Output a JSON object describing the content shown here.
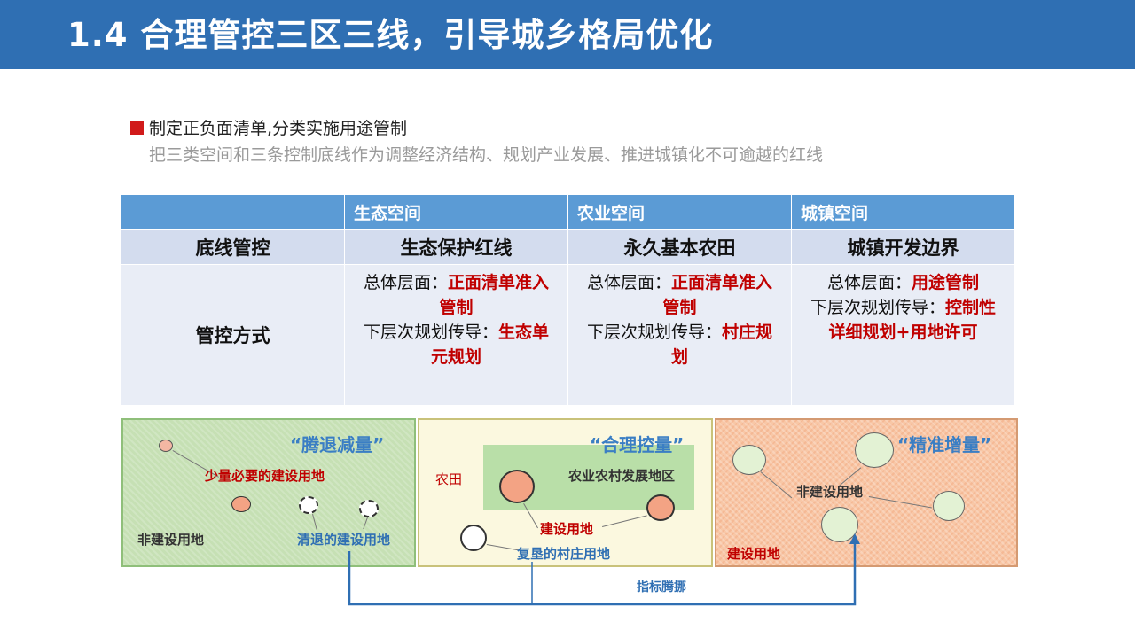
{
  "slide": {
    "title": "1.4 合理管控三区三线，引导城乡格局优化",
    "bullet": "制定正负面清单,分类实施用途管制",
    "subtext": "把三类空间和三条控制底线作为调整经济结构、规划产业发展、推进城镇化不可逾越的红线"
  },
  "table": {
    "headers": [
      "",
      "生态空间",
      "农业空间",
      "城镇空间"
    ],
    "row_baseline": {
      "label": "底线管控",
      "cells": [
        "生态保护红线",
        "永久基本农田",
        "城镇开发边界"
      ]
    },
    "row_control": {
      "label": "管控方式",
      "cells": [
        {
          "l1a": "总体层面：",
          "l1b": "正面清单准入管制",
          "l2a": "下层次规划传导：",
          "l2b": "生态单元规划"
        },
        {
          "l1a": "总体层面：",
          "l1b": "正面清单准入管制",
          "l2a": "下层次规划传导：",
          "l2b": "村庄规划"
        },
        {
          "l1a": "总体层面：",
          "l1b": "用途管制",
          "l2a": "下层次规划传导：",
          "l2b": "控制性详细规划+用地许可"
        }
      ]
    }
  },
  "diagram": {
    "panel1": {
      "title": "“腾退减量”",
      "label_necessary": "少量必要的建设用地",
      "label_nonbuild": "非建设用地",
      "label_cleared": "清退的建设用地"
    },
    "panel2": {
      "title": "“合理控量”",
      "label_farmland": "农田",
      "label_zone": "农业农村发展地区",
      "label_build": "建设用地",
      "label_reclaimed": "复垦的村庄用地"
    },
    "panel3": {
      "title": "“精准增量”",
      "label_nonbuild": "非建设用地",
      "label_build": "建设用地"
    },
    "caption": "指标腾挪"
  },
  "colors": {
    "header_bg": "#2f6fb3",
    "table_head": "#5b9bd5",
    "accent_red": "#c00000",
    "eco_green": "#c6e0b4",
    "urban_orange": "#f8c7a6"
  }
}
